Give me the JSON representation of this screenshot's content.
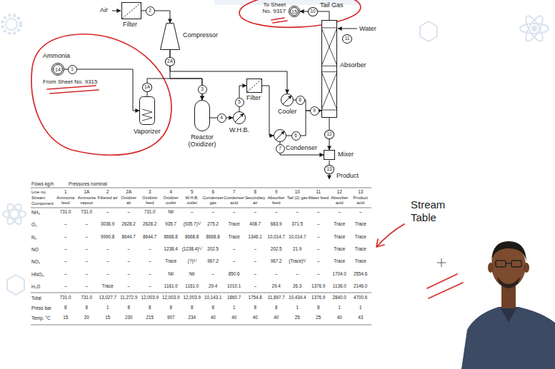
{
  "diagram": {
    "nodes": [
      {
        "text": [
          "Filter"
        ]
      },
      {
        "text": [
          "Compressor"
        ]
      },
      {
        "text": [
          "Ammonia",
          "14",
          "From Sheet No. 9315"
        ]
      },
      {
        "text": [
          "Vaporizer"
        ]
      },
      {
        "text": [
          "Reactor (Oxidizer)"
        ]
      },
      {
        "text": [
          "W.H.B."
        ]
      },
      {
        "text": [
          "Filter"
        ]
      },
      {
        "text": [
          "Cooler"
        ]
      },
      {
        "text": [
          "Condenser"
        ]
      },
      {
        "text": [
          "Absorber"
        ]
      },
      {
        "text": [
          "Mixer"
        ]
      },
      {
        "text": [
          "To Sheet No. 9317",
          "15"
        ]
      }
    ],
    "edges": [
      {
        "from": 0,
        "to": 1,
        "arrow": "to"
      },
      {
        "from": 2,
        "to": 3,
        "arrow": "to"
      },
      {
        "from": 3,
        "to": 4,
        "arrow": "to"
      },
      {
        "from": 1,
        "to": 4,
        "arrow": "to"
      },
      {
        "from": 1,
        "to": 7,
        "arrow": "to"
      },
      {
        "from": 4,
        "to": 5,
        "arrow": "to"
      },
      {
        "from": 5,
        "to": 6,
        "arrow": "to"
      },
      {
        "from": 6,
        "to": 8,
        "arrow": "to"
      },
      {
        "from": 7,
        "to": 9,
        "arrow": "to"
      },
      {
        "from": 8,
        "to": 9,
        "arrow": "to"
      },
      {
        "from": 8,
        "to": 10,
        "arrow": "to"
      },
      {
        "from": 9,
        "to": 10,
        "arrow": "to"
      },
      {
        "from": 9,
        "to": 11,
        "arrow": "to"
      }
    ],
    "labels": [
      "Air",
      "2",
      "2A",
      "1",
      "1A",
      "3",
      "4",
      "5",
      "6",
      "7",
      "8",
      "9",
      "10",
      "Tail Gas",
      "Water",
      "11",
      "12",
      "13",
      "Product",
      "Stream Table",
      "Flows kg/h",
      "Pressures nominal",
      "Line no.",
      "1",
      "1A",
      "2",
      "2A",
      "3",
      "4",
      "5",
      "6",
      "7",
      "8",
      "9",
      "10",
      "11",
      "12",
      "13",
      "Stream",
      "Ammonia feed",
      "Ammonia vapour",
      "Filtered air",
      "Oxidizer air",
      "Oxidizer feed",
      "Oxidizer outlet",
      "W.H.B. outlet",
      "Condenser gas",
      "Condenser acid",
      "Secondary air",
      "Absorber feed",
      "Tail (2) gas",
      "Water feed",
      "Absorber acid",
      "Product acid",
      "Component",
      "NH₃",
      "731.0",
      "731.0",
      "–",
      "–",
      "731.0",
      "Nil",
      "–",
      "–",
      "–",
      "–",
      "–",
      "–",
      "–",
      "–",
      "–",
      "O₂",
      "–",
      "–",
      "3036.9",
      "2628.2",
      "2628.2",
      "935.7",
      "(935.7)⁽¹⁾",
      "275.2",
      "Trace",
      "408.7",
      "683.9",
      "371.5",
      "–",
      "Trace",
      "Trace",
      "N₂",
      "–",
      "–",
      "9990.8",
      "8644.7",
      "8644.7",
      "8668.8",
      "8668.8",
      "8668.8",
      "Trace",
      "1346.1",
      "10,014.7",
      "10,014.7",
      "–",
      "Trace",
      "Trace",
      "NO",
      "–",
      "–",
      "–",
      "–",
      "–",
      "1238.4",
      "(1238.4)⁽¹⁾",
      "202.5",
      "–",
      "–",
      "202.5",
      "21.9",
      "–",
      "Trace",
      "Trace",
      "NO₂",
      "–",
      "–",
      "–",
      "–",
      "–",
      "Trace",
      "(?)⁽¹⁾",
      "967.2",
      "–",
      "–",
      "967.2",
      "(Trace)⁽¹⁾",
      "–",
      "Trace",
      "Trace",
      "HNO₃",
      "–",
      "–",
      "–",
      "–",
      "–",
      "Nil",
      "Nil",
      "–",
      "850.6",
      "–",
      "–",
      "–",
      "–",
      "1704.0",
      "2554.6",
      "H₂O",
      "–",
      "–",
      "Trace",
      "–",
      "–",
      "1161.0",
      "1161.0",
      "29.4",
      "1010.1",
      "–",
      "29.4",
      "26.3",
      "1376.9",
      "1136.0",
      "2146.0",
      "Total",
      "731.0",
      "731.0",
      "13,027.7",
      "11,272.9",
      "12,003.9",
      "12,003.9",
      "12,003.9",
      "10,143.1",
      "1860.7",
      "1754.8",
      "11,897.7",
      "10,434.4",
      "1376.9",
      "2840.0",
      "4700.6",
      "Press bar",
      "8",
      "8",
      "1",
      "8",
      "8",
      "8",
      "8",
      "8",
      "1",
      "8",
      "8",
      "1",
      "8",
      "1",
      "1",
      "Temp. °C",
      "15",
      "20",
      "15",
      "230",
      "215",
      "907",
      "234",
      "40",
      "40",
      "40",
      "40",
      "25",
      "25",
      "40",
      "43"
    ]
  }
}
